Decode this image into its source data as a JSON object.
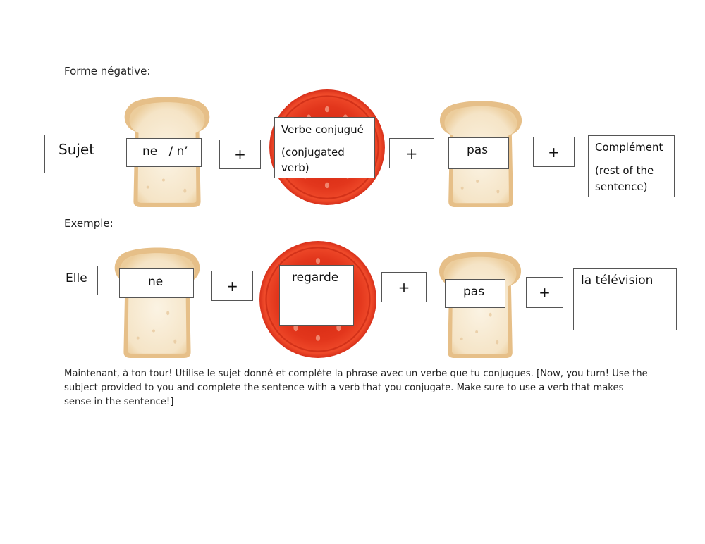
{
  "row1": {
    "heading": "Forme négative:",
    "subject": "Sujet",
    "ne": "ne   / n’",
    "plus": "+",
    "verb_line1": "Verbe conjugué",
    "verb_line2": "(conjugated",
    "verb_line3": "verb)",
    "pas": "pas",
    "comp_line1": "Complément",
    "comp_line2": "(rest of the",
    "comp_line3": "sentence)"
  },
  "row2": {
    "heading": "Exemple:",
    "subject": "Elle",
    "ne": "ne",
    "plus": "+",
    "verb": "regarde",
    "pas": "pas",
    "complement": "la télévision"
  },
  "instructions": "Maintenant, à ton tour! Utilise le sujet donné et complète la phrase avec un verbe que tu conjugues. [Now, you turn! Use the subject provided to you and complete the sentence with a verb that you conjugate. Make sure to use a verb that makes sense in the sentence!]",
  "icons": [
    "bread-slice-icon",
    "tomato-slice-icon"
  ],
  "colors": {
    "bread_crust": "#e8c38e",
    "bread_crumb": "#f8ecd6",
    "tomato_outer": "#e8341c",
    "tomato_inner": "#c8200c"
  }
}
